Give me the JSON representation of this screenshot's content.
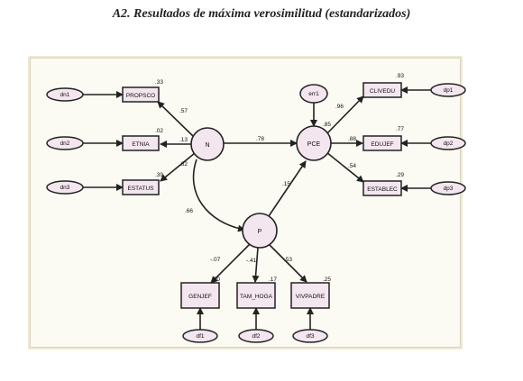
{
  "title": "A2. Resultados de máxima verosimilitud (estandarizados)",
  "nodes": {
    "dn1": "dn1",
    "dn2": "dn2",
    "dn3": "dn3",
    "propsco": "PROPSCO",
    "etnia": "ETNIA",
    "estatus": "ESTATUS",
    "N": "N",
    "P": "P",
    "PCE": "PCE",
    "err1": "err1",
    "clivedu": "CLIVEDU",
    "eduje": "EDUJEF",
    "establec": "ESTABLEC",
    "dp1": "dp1",
    "dp2": "dp2",
    "dp3": "dp3",
    "genjef": "GENJEF",
    "tamhoga": "TAM_HOGA",
    "vivpadre": "VIVPADRE",
    "df1": "df1",
    "df2": "df2",
    "df3": "df3"
  },
  "r2": {
    "propsco": ".33",
    "etnia": ".02",
    "estatus": ".39",
    "pce": ".85",
    "clivedu": ".93",
    "eduje": ".77",
    "establec": ".29",
    "genjef": ".00",
    "tamhoga": ".17",
    "vivpadre": ".25"
  },
  "paths": {
    "n_propsco": ".57",
    "n_etnia": ".13",
    "n_estatus": ".62",
    "n_pce": ".78",
    "n_p": ".66",
    "p_pce": ".15",
    "pce_clivedu": ".96",
    "pce_eduje": ".88",
    "pce_establec": ".54",
    "p_genjef": "-.07",
    "p_tamhoga": "-.41",
    "p_vivpadre": ".53"
  }
}
